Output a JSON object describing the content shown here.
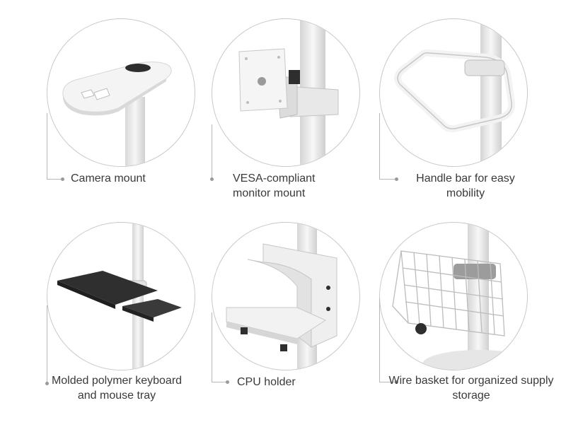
{
  "features": [
    {
      "id": "camera-mount",
      "caption": "Camera mount"
    },
    {
      "id": "monitor-mount",
      "caption": "VESA-compliant monitor mount"
    },
    {
      "id": "handle-bar",
      "caption": "Handle bar for easy mobility"
    },
    {
      "id": "keyboard-tray",
      "caption": "Molded polymer keyboard and mouse tray"
    },
    {
      "id": "cpu-holder",
      "caption": "CPU holder"
    },
    {
      "id": "wire-basket",
      "caption": "Wire basket for organized supply storage"
    }
  ],
  "colors": {
    "pole": "#eeeeee",
    "metal": "#f2f2f2",
    "dark": "#2e2e2e",
    "ring": "#c9c9c9",
    "text": "#3a3a3a"
  }
}
